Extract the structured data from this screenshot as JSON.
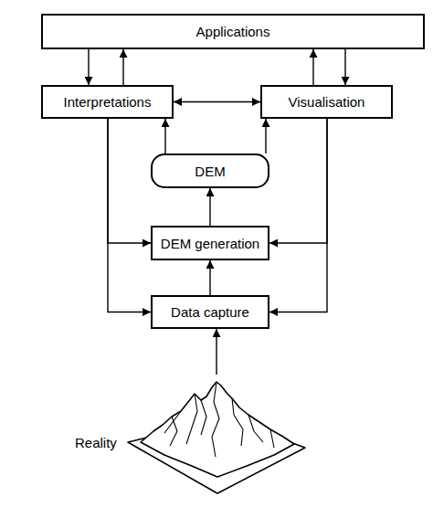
{
  "diagram": {
    "nodes": [
      {
        "text": [
          "Applications"
        ]
      },
      {
        "text": [
          "Interpretations"
        ]
      },
      {
        "text": [
          "Visualisation"
        ]
      },
      {
        "text": [
          "DEM"
        ]
      },
      {
        "text": [
          "DEM generation"
        ]
      },
      {
        "text": [
          "Data capture"
        ]
      },
      {
        "text": [
          "Reality"
        ]
      }
    ],
    "edges": [
      {
        "from": 0,
        "to": 1,
        "arrow": "to"
      },
      {
        "from": 1,
        "to": 0,
        "arrow": "to"
      },
      {
        "from": 2,
        "to": 0,
        "arrow": "to"
      },
      {
        "from": 0,
        "to": 2,
        "arrow": "to"
      },
      {
        "from": 1,
        "to": 2,
        "arrow": "both"
      },
      {
        "from": 3,
        "to": 1,
        "arrow": "to"
      },
      {
        "from": 3,
        "to": 2,
        "arrow": "to"
      },
      {
        "from": 4,
        "to": 3,
        "arrow": "to"
      },
      {
        "from": 5,
        "to": 4,
        "arrow": "to"
      },
      {
        "from": 6,
        "to": 5,
        "arrow": "to"
      },
      {
        "from": 1,
        "to": 4,
        "arrow": "to"
      },
      {
        "from": 1,
        "to": 5,
        "arrow": "to"
      },
      {
        "from": 2,
        "to": 4,
        "arrow": "to"
      },
      {
        "from": 2,
        "to": 5,
        "arrow": "to"
      }
    ]
  }
}
